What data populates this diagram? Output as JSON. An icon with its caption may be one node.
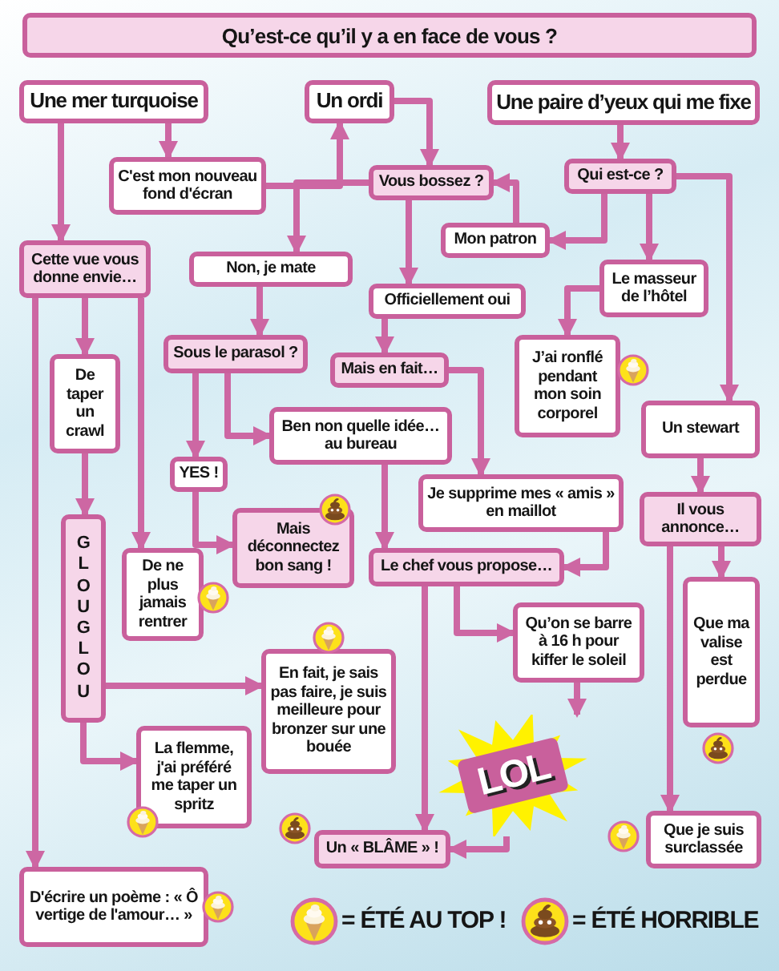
{
  "diagram": {
    "title": "Qu’est-ce qu’il y a en face de vous ?",
    "nodes": [
      {
        "text": [
          "Une mer turquoise"
        ]
      },
      {
        "text": [
          "Un ordi"
        ]
      },
      {
        "text": [
          "Une paire d’yeux qui me fixe"
        ]
      },
      {
        "text": [
          "C'est mon nouveau fond d'écran"
        ]
      },
      {
        "text": [
          "Vous bossez ?"
        ]
      },
      {
        "text": [
          "Qui est-ce ?"
        ]
      },
      {
        "text": [
          "Mon patron"
        ]
      },
      {
        "text": [
          "Cette vue vous donne envie…"
        ]
      },
      {
        "text": [
          "Non, je mate"
        ]
      },
      {
        "text": [
          "Le masseur de l’hôtel"
        ]
      },
      {
        "text": [
          "Officiellement oui"
        ]
      },
      {
        "text": [
          "Sous le parasol ?"
        ]
      },
      {
        "text": [
          "Mais en fait…"
        ]
      },
      {
        "text": [
          "J’ai ronflé pendant mon soin corporel"
        ]
      },
      {
        "text": [
          "De taper un crawl"
        ]
      },
      {
        "text": [
          "Ben non quelle idée… au bureau"
        ]
      },
      {
        "text": [
          "Un stewart"
        ]
      },
      {
        "text": [
          "YES !"
        ]
      },
      {
        "text": [
          "Je supprime mes « amis » en maillot"
        ]
      },
      {
        "text": [
          "Mais déconnectez bon sang !"
        ]
      },
      {
        "text": [
          "Il vous annonce…"
        ]
      },
      {
        "text": [
          "GLOU GLOU"
        ]
      },
      {
        "text": [
          "De ne plus jamais rentrer"
        ]
      },
      {
        "text": [
          "Le chef vous propose…"
        ]
      },
      {
        "text": [
          "Que ma valise est perdue"
        ]
      },
      {
        "text": [
          "Qu’on se barre à 16 h pour kiffer le soleil"
        ]
      },
      {
        "text": [
          "En fait, je sais pas faire, je suis meilleure pour bronzer sur une bouée"
        ]
      },
      {
        "text": [
          "La flemme, j'ai préféré me taper un spritz"
        ]
      },
      {
        "text": [
          "LOL"
        ]
      },
      {
        "text": [
          "Un « BLÂME » !"
        ]
      },
      {
        "text": [
          "Que je suis surclassée"
        ]
      },
      {
        "text": [
          "D'écrire un poème : « Ô vertige de l'amour… »"
        ]
      }
    ],
    "edges": [
      {
        "from": 0,
        "to": 3,
        "arrow": "to"
      },
      {
        "from": 0,
        "to": 7,
        "arrow": "to"
      },
      {
        "from": 3,
        "to": 1,
        "arrow": "to"
      },
      {
        "from": 1,
        "to": 4,
        "arrow": "to"
      },
      {
        "from": 2,
        "to": 5,
        "arrow": "to"
      },
      {
        "from": 4,
        "to": 8,
        "arrow": "to"
      },
      {
        "from": 4,
        "to": 10,
        "arrow": "to"
      },
      {
        "from": 5,
        "to": 6,
        "arrow": "to"
      },
      {
        "from": 6,
        "to": 4,
        "arrow": "to"
      },
      {
        "from": 5,
        "to": 9,
        "arrow": "to"
      },
      {
        "from": 5,
        "to": 16,
        "arrow": "to"
      },
      {
        "from": 9,
        "to": 13,
        "arrow": "to"
      },
      {
        "from": 7,
        "to": 14,
        "arrow": "to"
      },
      {
        "from": 7,
        "to": 22,
        "arrow": "to"
      },
      {
        "from": 7,
        "to": 31,
        "arrow": "to"
      },
      {
        "from": 8,
        "to": 11,
        "arrow": "to"
      },
      {
        "from": 10,
        "to": 12,
        "arrow": "to"
      },
      {
        "from": 11,
        "to": 17,
        "arrow": "to"
      },
      {
        "from": 11,
        "to": 15,
        "arrow": "to"
      },
      {
        "from": 12,
        "to": 18,
        "arrow": "to"
      },
      {
        "from": 15,
        "to": 23,
        "arrow": "to"
      },
      {
        "from": 17,
        "to": 19,
        "arrow": "to"
      },
      {
        "from": 14,
        "to": 21,
        "arrow": "to"
      },
      {
        "from": 16,
        "to": 20,
        "arrow": "to"
      },
      {
        "from": 18,
        "to": 23,
        "arrow": "to"
      },
      {
        "from": 20,
        "to": 24,
        "arrow": "to"
      },
      {
        "from": 20,
        "to": 30,
        "arrow": "to"
      },
      {
        "from": 21,
        "to": 26,
        "arrow": "to"
      },
      {
        "from": 21,
        "to": 27,
        "arrow": "to"
      },
      {
        "from": 23,
        "to": 25,
        "arrow": "to"
      },
      {
        "from": 23,
        "to": 29,
        "arrow": "to"
      },
      {
        "from": 25,
        "to": 28,
        "arrow": "to"
      },
      {
        "from": 28,
        "to": 29,
        "arrow": "to"
      }
    ],
    "legend": [
      {
        "text": "= ÉTÉ AU TOP !"
      },
      {
        "text": "= ÉTÉ HORRIBLE"
      }
    ]
  }
}
